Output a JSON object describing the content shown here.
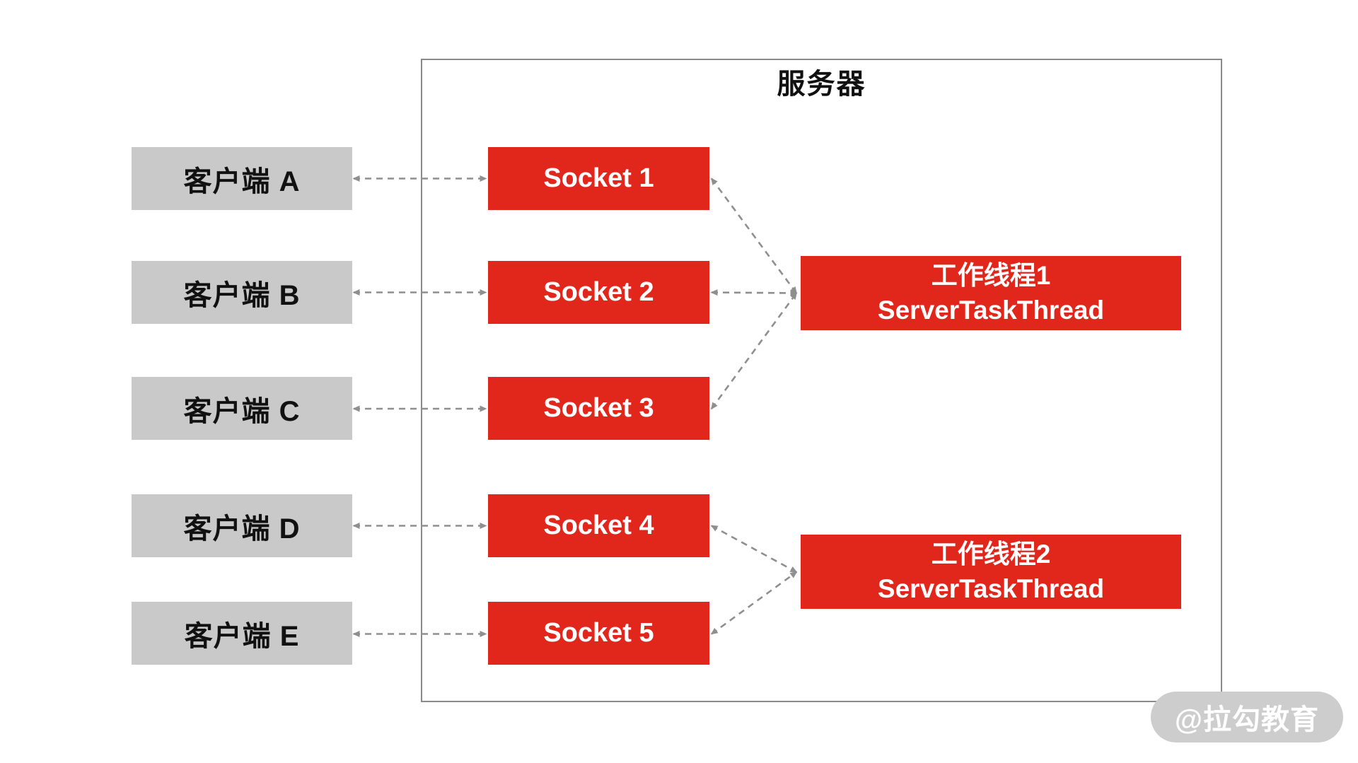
{
  "diagram": {
    "server_label": "服务器",
    "clients": [
      {
        "id": "client-a",
        "label": "客户端 A"
      },
      {
        "id": "client-b",
        "label": "客户端 B"
      },
      {
        "id": "client-c",
        "label": "客户端 C"
      },
      {
        "id": "client-d",
        "label": "客户端 D"
      },
      {
        "id": "client-e",
        "label": "客户端 E"
      }
    ],
    "sockets": [
      {
        "id": "socket-1",
        "label": "Socket 1"
      },
      {
        "id": "socket-2",
        "label": "Socket 2"
      },
      {
        "id": "socket-3",
        "label": "Socket 3"
      },
      {
        "id": "socket-4",
        "label": "Socket 4"
      },
      {
        "id": "socket-5",
        "label": "Socket 5"
      }
    ],
    "workers": [
      {
        "id": "worker-1",
        "title": "工作线程1",
        "subtitle": "ServerTaskThread"
      },
      {
        "id": "worker-2",
        "title": "工作线程2",
        "subtitle": "ServerTaskThread"
      }
    ],
    "connections": {
      "client_socket": [
        [
          "client-a",
          "socket-1"
        ],
        [
          "client-b",
          "socket-2"
        ],
        [
          "client-c",
          "socket-3"
        ],
        [
          "client-d",
          "socket-4"
        ],
        [
          "client-e",
          "socket-5"
        ]
      ],
      "socket_worker": [
        [
          "socket-1",
          "worker-1"
        ],
        [
          "socket-2",
          "worker-1"
        ],
        [
          "socket-3",
          "worker-1"
        ],
        [
          "socket-4",
          "worker-2"
        ],
        [
          "socket-5",
          "worker-2"
        ]
      ]
    },
    "colors": {
      "box_red": "#e1261c",
      "box_gray": "#c9c9c9",
      "arrow": "#8f8f8f",
      "server_border": "#8a8a8a",
      "watermark_bg": "#cdcdcd",
      "watermark_text": "#ffffff"
    }
  },
  "watermark": {
    "text": "@拉勾教育"
  }
}
